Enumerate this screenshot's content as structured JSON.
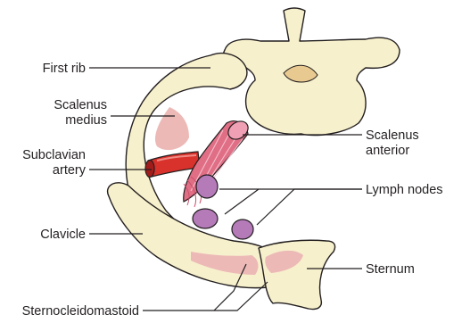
{
  "labels": {
    "first_rib": "First rib",
    "scalenus_medius_1": "Scalenus",
    "scalenus_medius_2": "medius",
    "subclavian_artery_1": "Subclavian",
    "subclavian_artery_2": "artery",
    "clavicle": "Clavicle",
    "sternocleidomastoid": "Sternocleidomastoid",
    "scalenus_anterior_1": "Scalenus",
    "scalenus_anterior_2": "anterior",
    "lymph_nodes": "Lymph nodes",
    "sternum": "Sternum"
  },
  "colors": {
    "bone": "#f7f0cc",
    "muscle": "#ecb9b7",
    "artery": "#d9312b",
    "lymph_node": "#b57bb9",
    "outline": "#231f20"
  }
}
